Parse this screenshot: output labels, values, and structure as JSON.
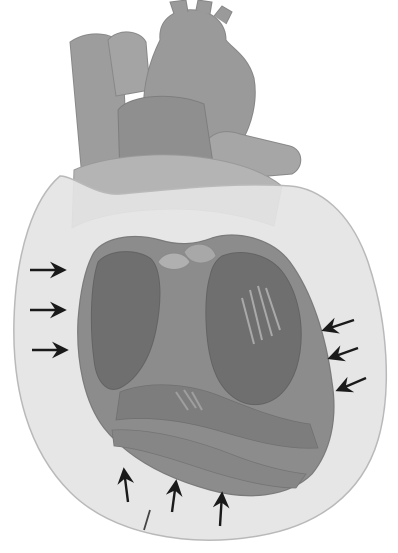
{
  "figure": {
    "subject": "heart-cross-section-with-pericardial-effusion",
    "colors": {
      "background": "#ffffff",
      "pericardial_sac": "#e4e4e4",
      "sac_outline": "#b9b9b9",
      "vessels": "#9a9a9a",
      "vessel_dark": "#8a8a8a",
      "vessel_light": "#b3b3b3",
      "heart_muscle": "#8c8c8c",
      "chamber": "#6f6f6f",
      "valve": "#b0b0b0",
      "arrow": "#1a1a1a"
    },
    "arrows": {
      "left_wall": 3,
      "right_wall": 3,
      "bottom_wall": 3
    }
  }
}
